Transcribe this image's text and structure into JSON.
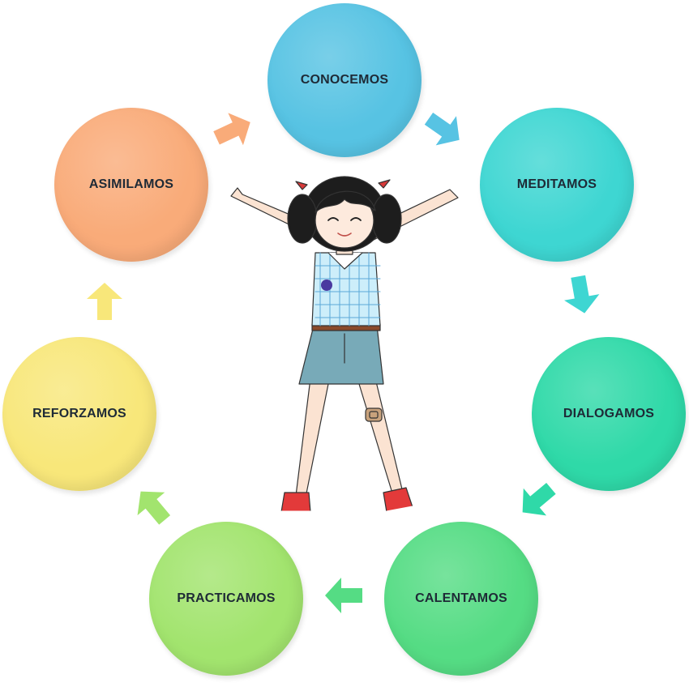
{
  "cycle": {
    "nodes": [
      {
        "label": "CONOCEMOS",
        "color": "#57c3e3"
      },
      {
        "label": "MEDITAMOS",
        "color": "#3ed6d2"
      },
      {
        "label": "DIALOGAMOS",
        "color": "#2fd9a8"
      },
      {
        "label": "CALENTAMOS",
        "color": "#55dc84"
      },
      {
        "label": "PRACTICAMOS",
        "color": "#a2e46e"
      },
      {
        "label": "REFORZAMOS",
        "color": "#f8e77a"
      },
      {
        "label": "ASIMILAMOS",
        "color": "#f9ab79"
      }
    ]
  },
  "illustration": {
    "subject": "cartoon girl with arms raised",
    "icon": "girl-illustration"
  }
}
